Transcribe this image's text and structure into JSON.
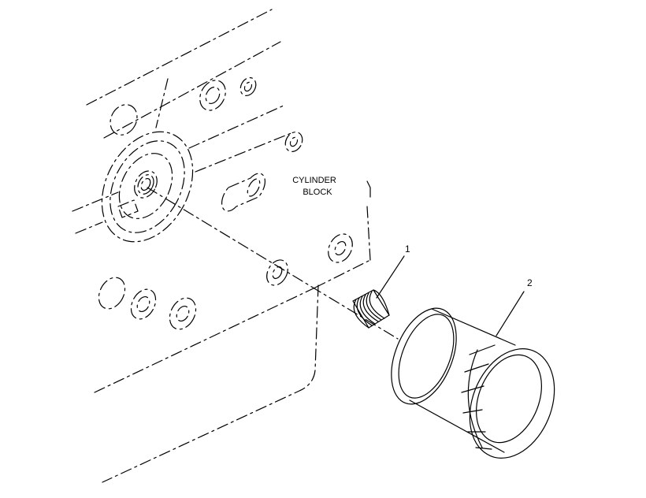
{
  "labels": {
    "block_line1": "CYLINDER",
    "block_line2": "BLOCK",
    "callout_1": "1",
    "callout_2": "2"
  },
  "colors": {
    "ink": "#000000",
    "background": "#ffffff"
  }
}
